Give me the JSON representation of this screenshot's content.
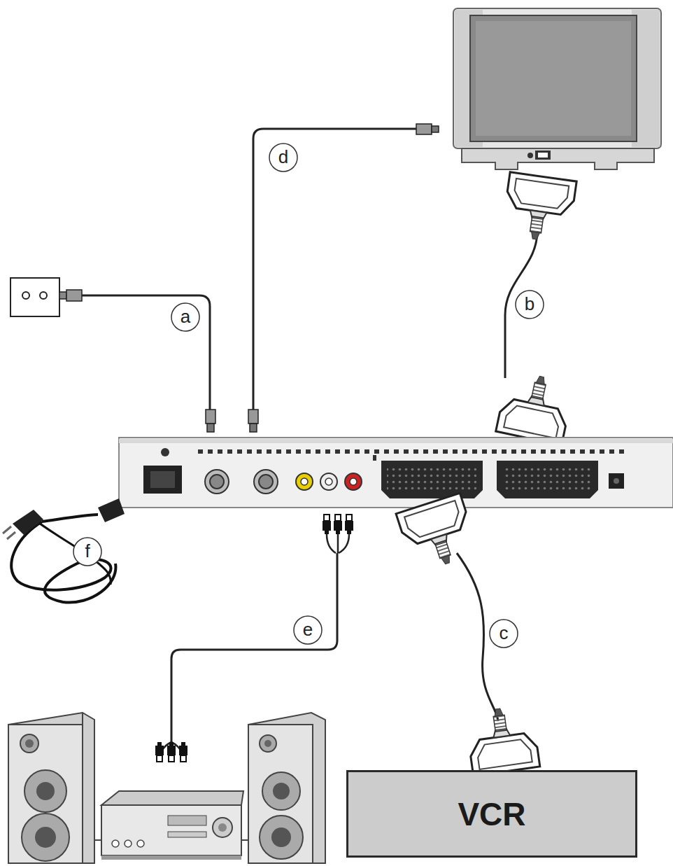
{
  "diagram": {
    "nodes": [
      {
        "text": [
          "VCR"
        ]
      }
    ],
    "labels": [
      "a",
      "b",
      "c",
      "d",
      "e",
      "f"
    ]
  }
}
